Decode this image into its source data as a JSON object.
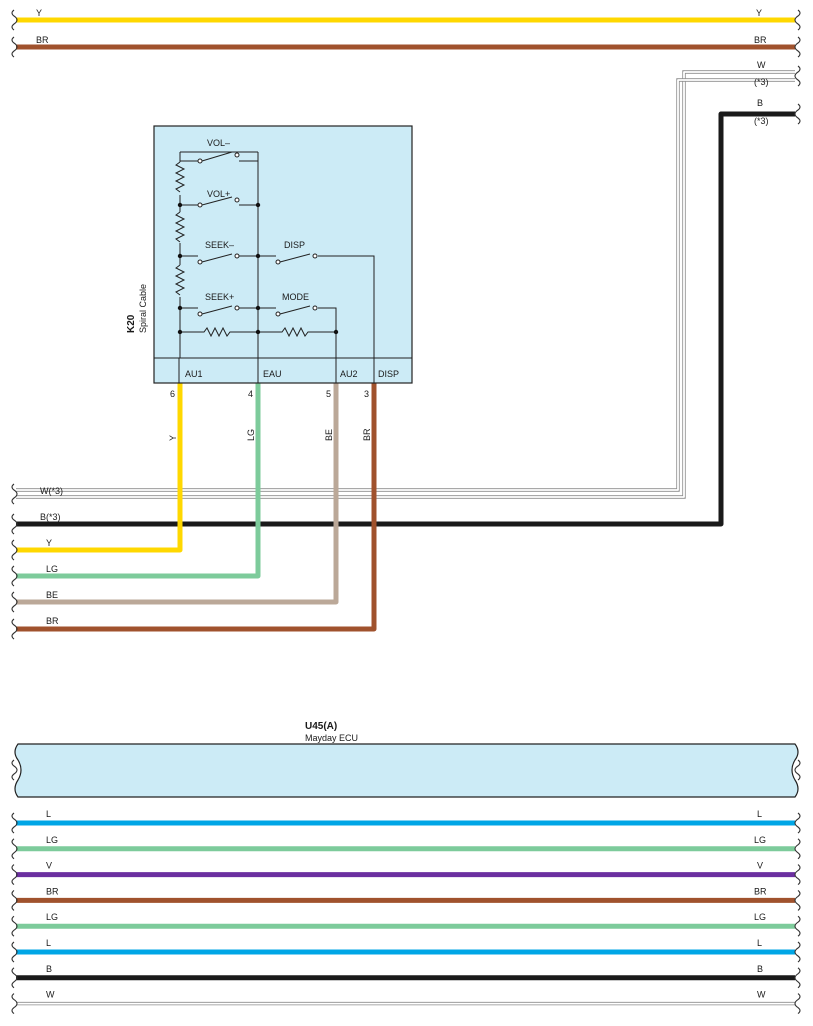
{
  "top_wires": {
    "y": {
      "left": "Y",
      "right": "Y",
      "color": "#FFD800"
    },
    "br": {
      "left": "BR",
      "right": "BR",
      "color": "#A0522D"
    },
    "w": {
      "right": "W",
      "right_sub": "(*3)",
      "color": "#FFFFFF"
    },
    "b": {
      "right": "B",
      "right_sub": "(*3)",
      "color": "#1A1A1A"
    }
  },
  "k20": {
    "id": "K20",
    "name": "Spiral Cable",
    "fill": "#CCEBF6",
    "switches": {
      "vol_minus": "VOL–",
      "vol_plus": "VOL+",
      "seek_minus": "SEEK–",
      "disp": "DISP",
      "seek_plus": "SEEK+",
      "mode": "MODE"
    },
    "terminals": [
      {
        "name": "AU1",
        "pin": "6",
        "wire": "Y",
        "color": "#FFD800"
      },
      {
        "name": "EAU",
        "pin": "4",
        "wire": "LG",
        "color": "#7DCB9B"
      },
      {
        "name": "AU2",
        "pin": "5",
        "wire": "BE",
        "color": "#BBA898"
      },
      {
        "name": "DISP",
        "pin": "3",
        "wire": "BR",
        "color": "#A0522D"
      }
    ]
  },
  "mid_wires": {
    "w": {
      "label": "W(*3)",
      "color": "#FFFFFF"
    },
    "b": {
      "label": "B(*3)",
      "color": "#1A1A1A"
    },
    "y": {
      "label": "Y",
      "color": "#FFD800"
    },
    "lg": {
      "label": "LG",
      "color": "#7DCB9B"
    },
    "be": {
      "label": "BE",
      "color": "#BBA898"
    },
    "br": {
      "label": "BR",
      "color": "#A0522D"
    }
  },
  "u45": {
    "id": "U45(A)",
    "name": "Mayday ECU",
    "fill": "#CCEBF6"
  },
  "bottom_wires": [
    {
      "left": "L",
      "right": "L",
      "color": "#00A6E6"
    },
    {
      "left": "LG",
      "right": "LG",
      "color": "#7DCB9B"
    },
    {
      "left": "V",
      "right": "V",
      "color": "#6B2FA0"
    },
    {
      "left": "BR",
      "right": "BR",
      "color": "#A0522D"
    },
    {
      "left": "LG",
      "right": "LG",
      "color": "#7DCB9B"
    },
    {
      "left": "L",
      "right": "L",
      "color": "#00A6E6"
    },
    {
      "left": "B",
      "right": "B",
      "color": "#1A1A1A"
    },
    {
      "left": "W",
      "right": "W",
      "color": "#FFFFFF"
    }
  ]
}
